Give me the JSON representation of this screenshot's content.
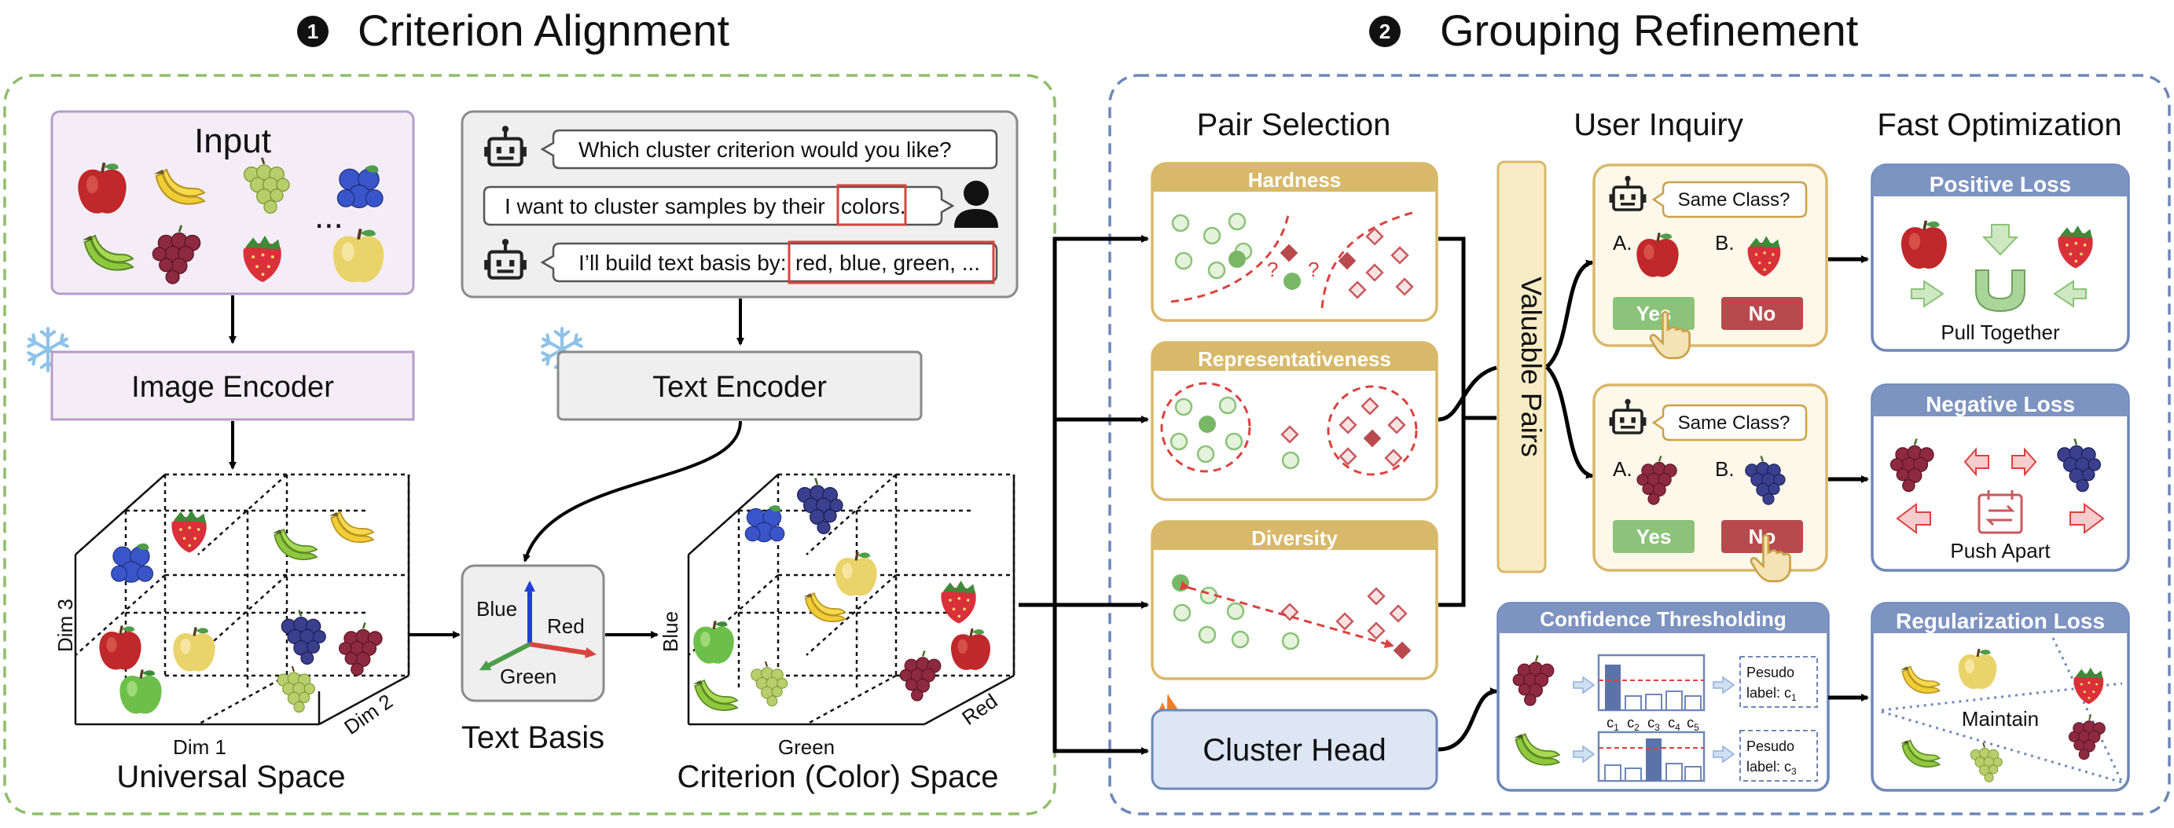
{
  "sections": {
    "left": {
      "number": "1",
      "title": "Criterion Alignment"
    },
    "right": {
      "number": "2",
      "title": "Grouping Refinement"
    }
  },
  "input_box": {
    "title": "Input",
    "ellipsis": "..."
  },
  "chat": {
    "q1": "Which cluster criterion would you like?",
    "a1_prefix": "I want to cluster samples by their",
    "a1_highlight": "colors.",
    "q2_prefix": "I’ll build text basis by:",
    "q2_highlight": "red, blue, green, ..."
  },
  "encoders": {
    "image": "Image Encoder",
    "text": "Text Encoder"
  },
  "universal_space": {
    "caption": "Universal Space",
    "dim1": "Dim 1",
    "dim2": "Dim 2",
    "dim3": "Dim 3"
  },
  "text_basis": {
    "caption": "Text Basis",
    "blue": "Blue",
    "red": "Red",
    "green": "Green"
  },
  "criterion_space": {
    "caption": "Criterion (Color) Space",
    "axis_blue": "Blue",
    "axis_green": "Green",
    "axis_red": "Red"
  },
  "columns": {
    "pair_selection": "Pair Selection",
    "user_inquiry": "User Inquiry",
    "fast_optimization": "Fast Optimization"
  },
  "pair_selection": {
    "hardness": "Hardness",
    "representativeness": "Representativeness",
    "diversity": "Diversity",
    "q": "?"
  },
  "cluster_head": "Cluster Head",
  "valuable_pairs": "Valuable Pairs",
  "inquiry": {
    "same_class": "Same Class?",
    "a": "A.",
    "b": "B.",
    "yes": "Yes",
    "no": "No"
  },
  "confidence": {
    "title": "Confidence Thresholding",
    "pseudo": "Pesudo",
    "label1": "label: c",
    "sub1": "1",
    "sub3": "3",
    "c": "c",
    "subs": [
      "1",
      "2",
      "3",
      "4",
      "5"
    ]
  },
  "losses": {
    "positive": {
      "title": "Positive Loss",
      "caption": "Pull Together"
    },
    "negative": {
      "title": "Negative Loss",
      "caption": "Push Apart"
    },
    "regularization": {
      "title": "Regularization Loss",
      "caption": "Maintain"
    }
  },
  "colors": {
    "green_dash": "#8fbe6a",
    "blue_dash": "#6e87b8",
    "purple_box": "#f4edf7",
    "gold": "#d8b86a",
    "gold_fill": "#f7ecc6",
    "blue_header": "#7d93c1",
    "red": "#d9433f",
    "green_point": "#8cc27a",
    "red_point": "#c8595c"
  }
}
